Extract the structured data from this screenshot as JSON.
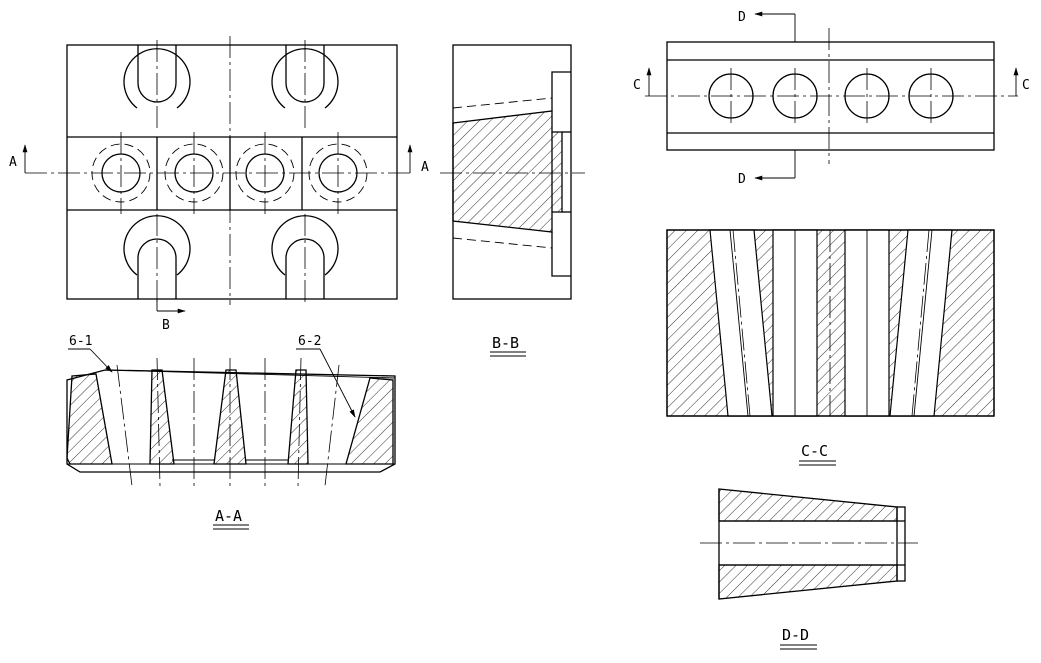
{
  "labels": {
    "sec_a": "A",
    "sec_b": "B",
    "sec_c": "C",
    "sec_d": "D",
    "part_6_1": "6-1",
    "part_6_2": "6-2"
  },
  "titles": {
    "aa": "A-A",
    "bb": "B-B",
    "cc": "C-C",
    "dd": "D-D"
  },
  "colors": {
    "line": "#000000",
    "background": "#ffffff"
  }
}
